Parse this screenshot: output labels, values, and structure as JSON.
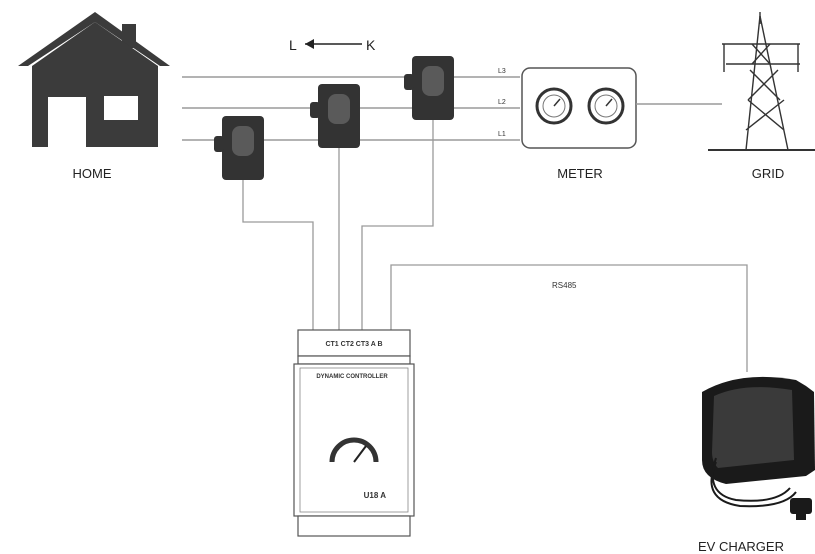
{
  "labels": {
    "home": "HOME",
    "meter": "METER",
    "grid": "GRID",
    "ev_charger": "EV CHARGER",
    "rs485": "RS485",
    "direction_l": "L",
    "direction_k": "K",
    "line_l1": "L1",
    "line_l2": "L2",
    "line_l3": "L3"
  },
  "controller": {
    "terminals": "CT1  CT2  CT3   A  B",
    "title": "DYNAMIC CONTROLLER",
    "subtitle": "",
    "indicator": "",
    "gauge_left": "",
    "gauge_top": "",
    "gauge_right": "",
    "model": "U18 A"
  },
  "colors": {
    "wire": "#9a9a9a",
    "device": "#3a3a3a",
    "outline": "#555555"
  }
}
